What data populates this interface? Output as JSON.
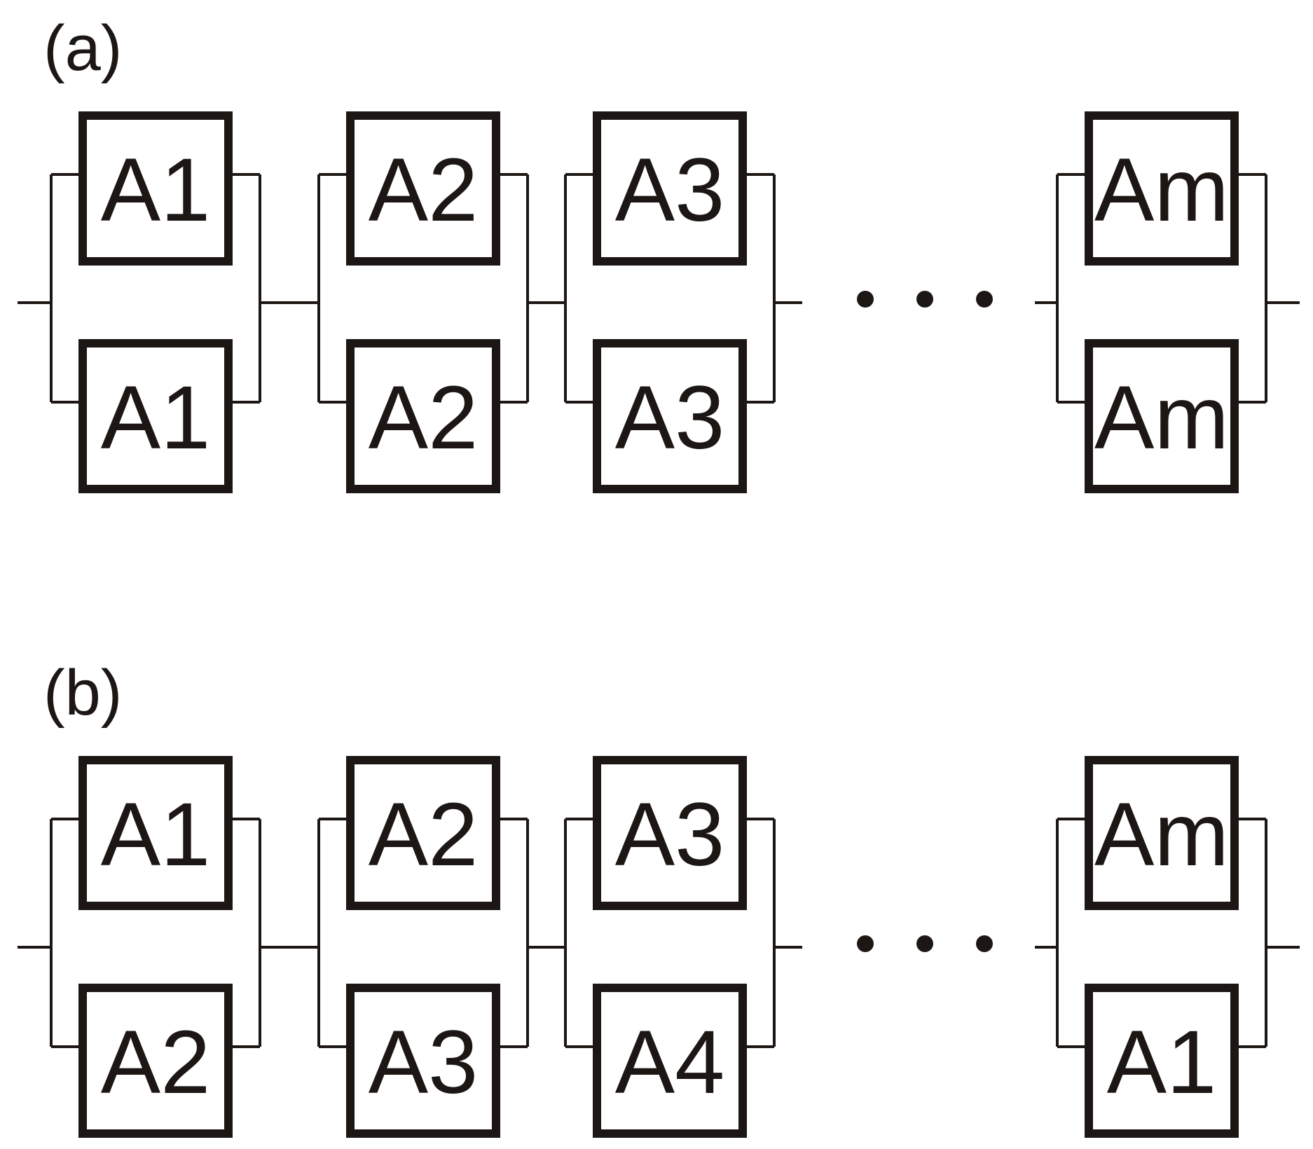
{
  "colors": {
    "ink": "#1c1714",
    "background": "#ffffff"
  },
  "panels": [
    {
      "label": "(a)",
      "stages": [
        {
          "top": "A1",
          "bottom": "A1"
        },
        {
          "top": "A2",
          "bottom": "A2"
        },
        {
          "top": "A3",
          "bottom": "A3"
        },
        {
          "top": "Am",
          "bottom": "Am"
        }
      ]
    },
    {
      "label": "(b)",
      "stages": [
        {
          "top": "A1",
          "bottom": "A2"
        },
        {
          "top": "A2",
          "bottom": "A3"
        },
        {
          "top": "A3",
          "bottom": "A4"
        },
        {
          "top": "Am",
          "bottom": "A1"
        }
      ]
    }
  ]
}
